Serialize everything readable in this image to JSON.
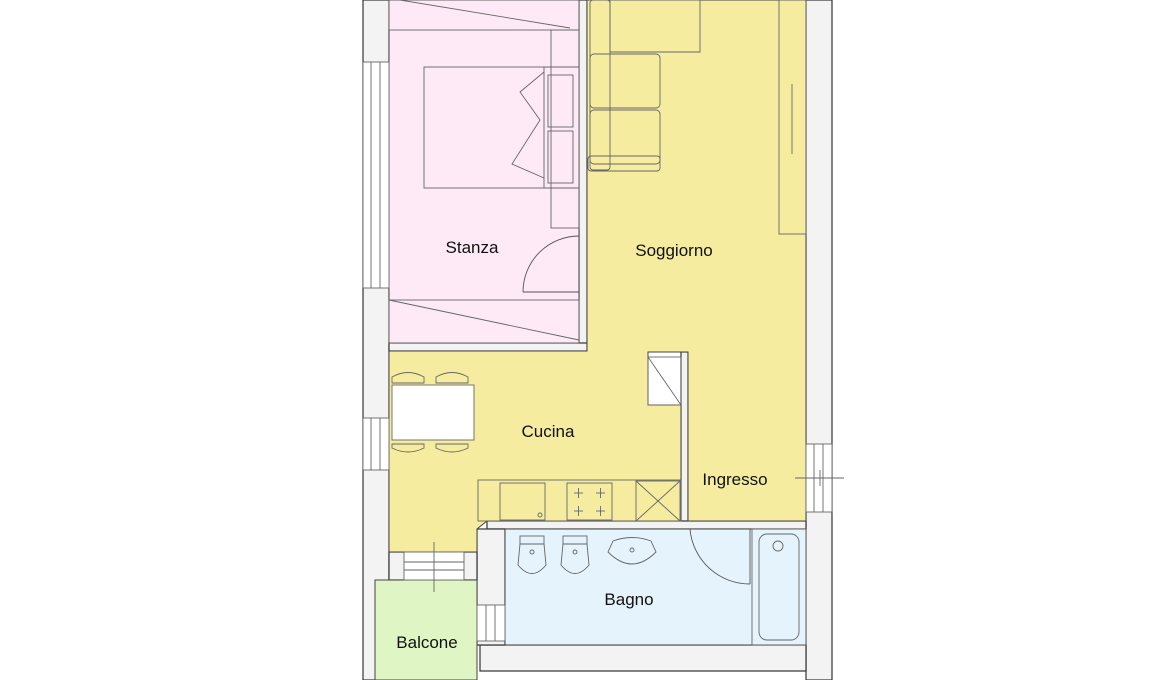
{
  "plan": {
    "rooms": {
      "stanza": "Stanza",
      "soggiorno": "Soggiorno",
      "cucina": "Cucina",
      "ingresso": "Ingresso",
      "bagno": "Bagno",
      "balcone": "Balcone"
    },
    "colors": {
      "stanza": "#fdeaf6",
      "living": "#f6ec9f",
      "bagno": "#e4f3fc",
      "balcone": "#dff5c4",
      "wall_fill": "#f3f3f3",
      "wall_stroke": "#333333"
    }
  }
}
